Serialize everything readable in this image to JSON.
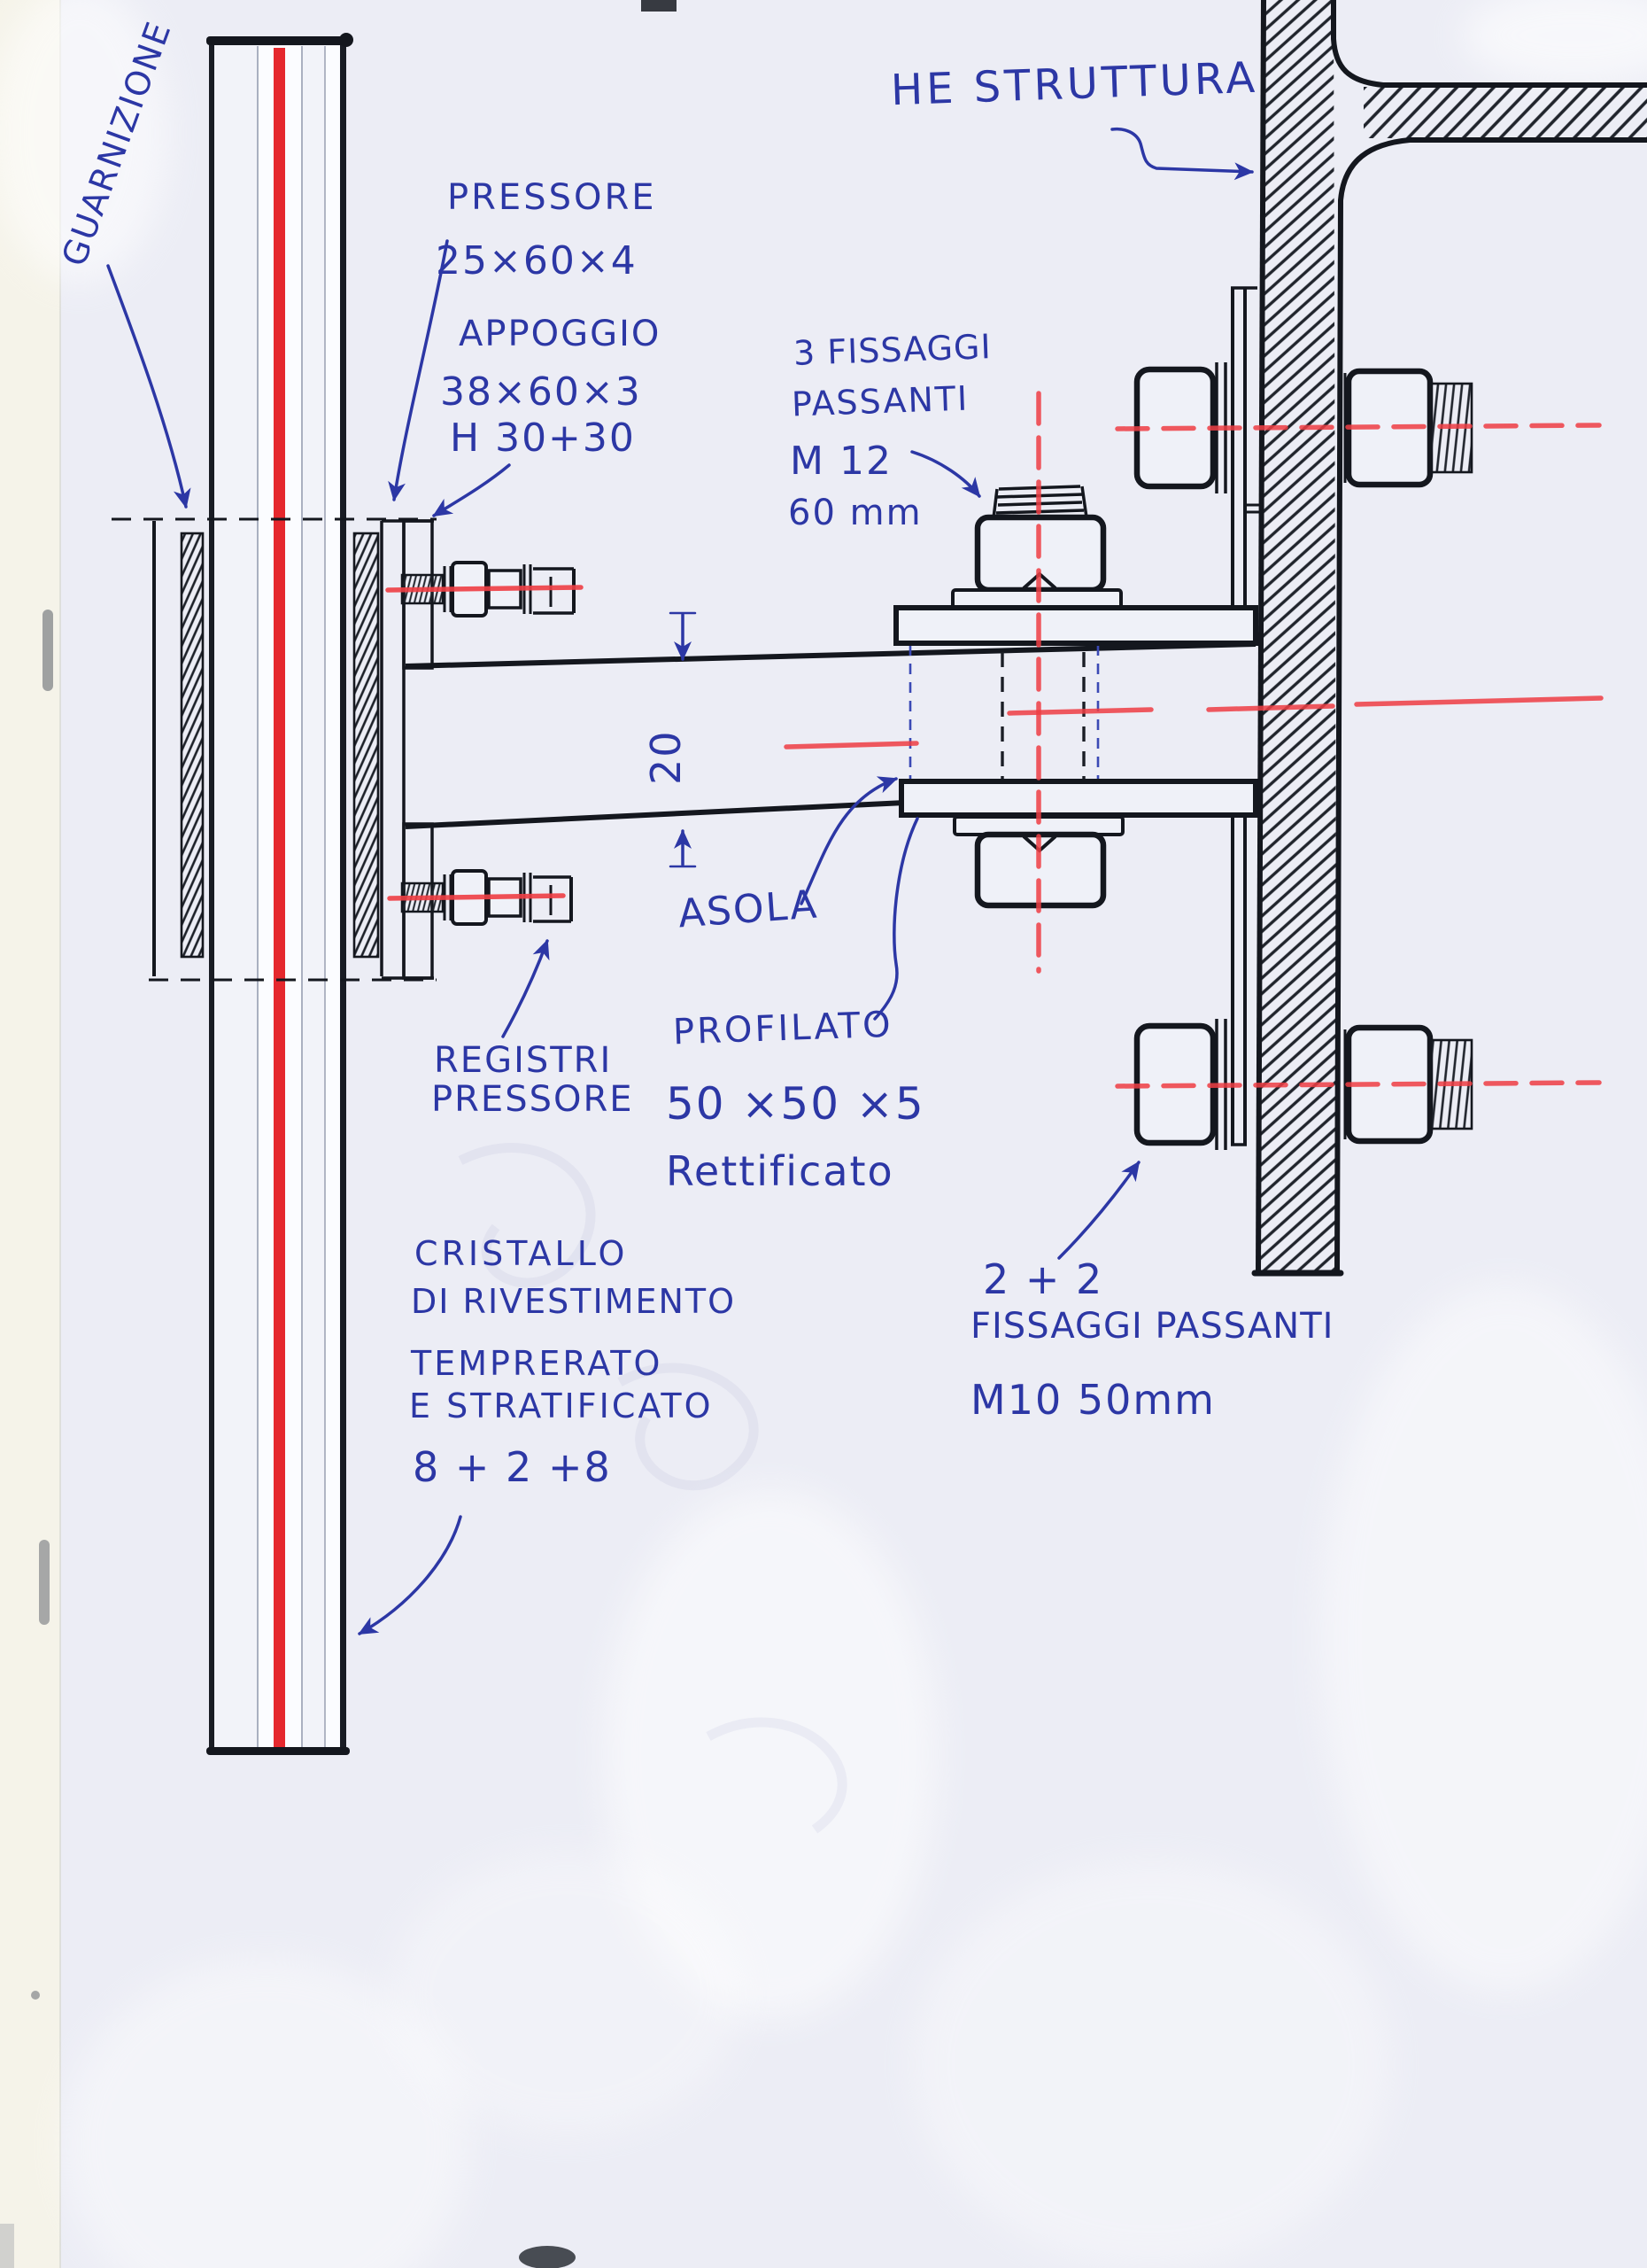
{
  "document": {
    "kind": "hand-drawn construction detail sketch",
    "language": "Italian",
    "subject": "Fixing of laminated glass cladding to HE steel structure"
  },
  "colors": {
    "paper": "#ecedf5",
    "ink_black": "#1b1e26",
    "ink_blue": "#2c37a5",
    "ink_red": "#e5383e"
  },
  "labels": {
    "guarnizione": "GUARNIZIONE",
    "pressore": {
      "name": "PRESSORE",
      "size": "25×60×4"
    },
    "appoggio": {
      "name": "APPOGGIO",
      "size": "38×60×3",
      "height": "H 30+30"
    },
    "fissaggi_m12": {
      "line1": "3 FISSAGGI",
      "line2": "PASSANTI",
      "diameter": "M 12",
      "length": "60 mm"
    },
    "he_struttura": "HE STRUTTURA",
    "dimension_20": "20",
    "asola": "ASOLA",
    "registri": {
      "line1": "REGISTRI",
      "line2": "PRESSORE"
    },
    "profilato": {
      "name": "PROFILATO",
      "size": "50 ×50 ×5",
      "finish": "Rettificato"
    },
    "cristallo": {
      "line1": "CRISTALLO",
      "line2": "DI RIVESTIMENTO",
      "line3": "TEMPRERATO",
      "line4": "E STRATIFICATO",
      "line5": "8 + 2 +8"
    },
    "fissaggi_m10": {
      "qty": "2 + 2",
      "line2": "FISSAGGI PASSANTI",
      "spec": "M10 50mm"
    }
  }
}
